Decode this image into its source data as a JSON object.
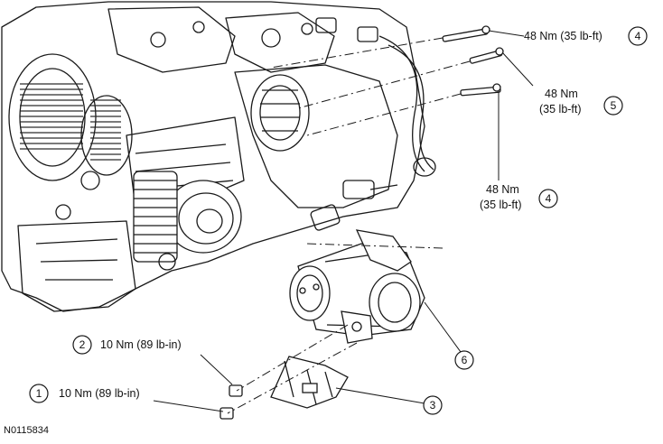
{
  "figure_id": "N0115834",
  "callouts": [
    {
      "number": "4",
      "torque": "48 Nm (35 lb-ft)"
    },
    {
      "number": "5",
      "torque_line1": "48 Nm",
      "torque_line2": "(35 lb-ft)"
    },
    {
      "number": "4",
      "torque_line1": "48 Nm",
      "torque_line2": "(35 lb-ft)"
    },
    {
      "number": "6"
    },
    {
      "number": "2",
      "torque": "10 Nm (89 lb-in)"
    },
    {
      "number": "1",
      "torque": "10 Nm (89 lb-in)"
    },
    {
      "number": "3"
    }
  ]
}
